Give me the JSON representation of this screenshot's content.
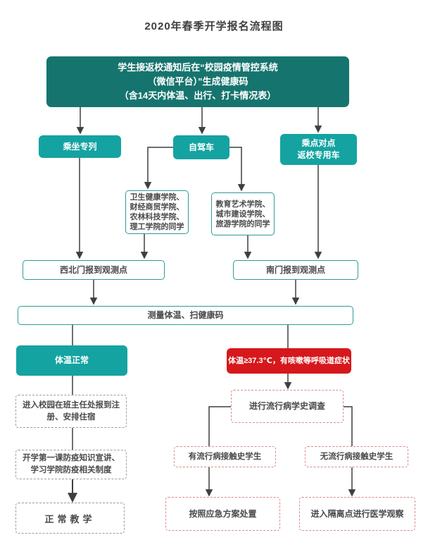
{
  "title": "2020年春季开学报名流程图",
  "colors": {
    "teal_dark": "#16746E",
    "teal": "#14A3A1",
    "red": "#D6181C",
    "teal_border": "#2E9C95",
    "gray_dashed_border": "#9B9B9B",
    "red_dashed_border": "#DD8A8A",
    "line": "#3F3F3F",
    "text": "#4A4A4A"
  },
  "flow": {
    "start": {
      "line1": "学生接返校通知后在“校园疫情管控系统",
      "line2": "（微信平台）”生成健康码",
      "line3": "（含14天内体温、出行、打卡情况表）"
    },
    "special_train": {
      "label": "乘坐专列"
    },
    "self_drive": {
      "label": "自驾车"
    },
    "point_to_point": {
      "line1": "乘点对点",
      "line2": "返校专用车"
    },
    "college_left": {
      "line1": "卫生健康学院、",
      "line2": "财经商贸学院、",
      "line3": "农林科技学院、",
      "line4": "理工学院的同学"
    },
    "college_right": {
      "line1": "教育艺术学院、",
      "line2": "城市建设学院、",
      "line3": "旅游学院的同学"
    },
    "northwest_gate": {
      "label": "西北门报到观测点"
    },
    "south_gate": {
      "label": "南门报到观测点"
    },
    "measure": {
      "label": "测量体温、扫健康码"
    },
    "normal_temp": {
      "label": "体温正常"
    },
    "fever": {
      "label": "体温≥37.3℃，有咳嗽等呼吸道症状"
    },
    "register": {
      "line1": "进入校园在班主任处报到注",
      "line2": "册、安排住宿"
    },
    "first_class": {
      "line1": "开学第一课防疫知识宣讲、",
      "line2": "学习学院防疫相关制度"
    },
    "normal_teaching": {
      "label": "正常教学"
    },
    "epidemic_survey": {
      "label": "进行流行病学史调查"
    },
    "has_contact": {
      "label": "有流行病接触史学生"
    },
    "no_contact": {
      "label": "无流行病接触史学生"
    },
    "emergency_plan": {
      "label": "按照应急方案处置"
    },
    "isolation": {
      "label": "进入隔离点进行医学观察"
    }
  }
}
